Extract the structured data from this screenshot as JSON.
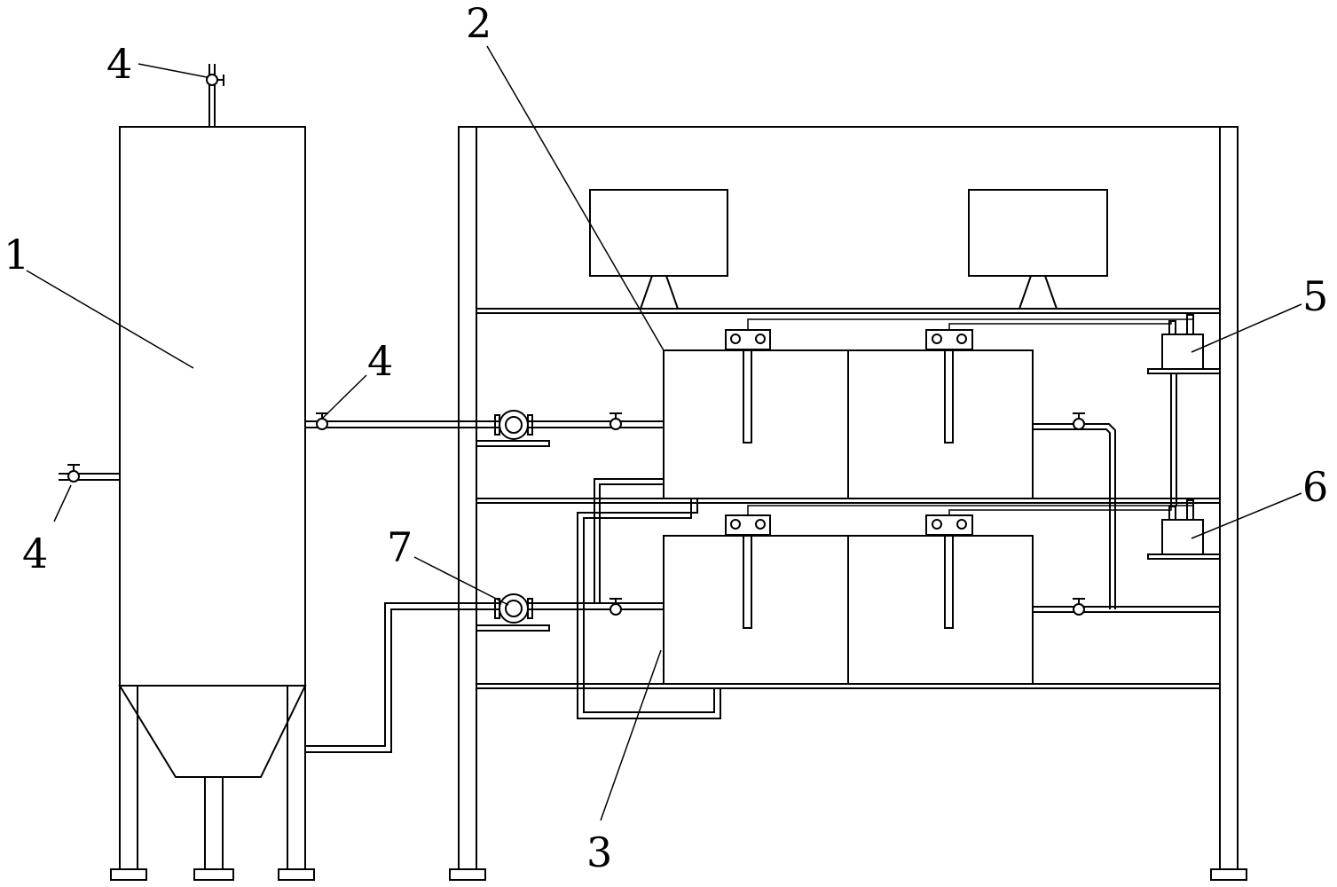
{
  "labels": {
    "tank": "1",
    "upper_tank_group": "2",
    "lower_tank_group": "3",
    "valve_top": "4",
    "valve_side": "4",
    "valve_left": "4",
    "upper_dosing_unit": "5",
    "lower_dosing_unit": "6",
    "pump": "7"
  },
  "colors": {
    "line": "#000000",
    "background": "#ffffff"
  }
}
